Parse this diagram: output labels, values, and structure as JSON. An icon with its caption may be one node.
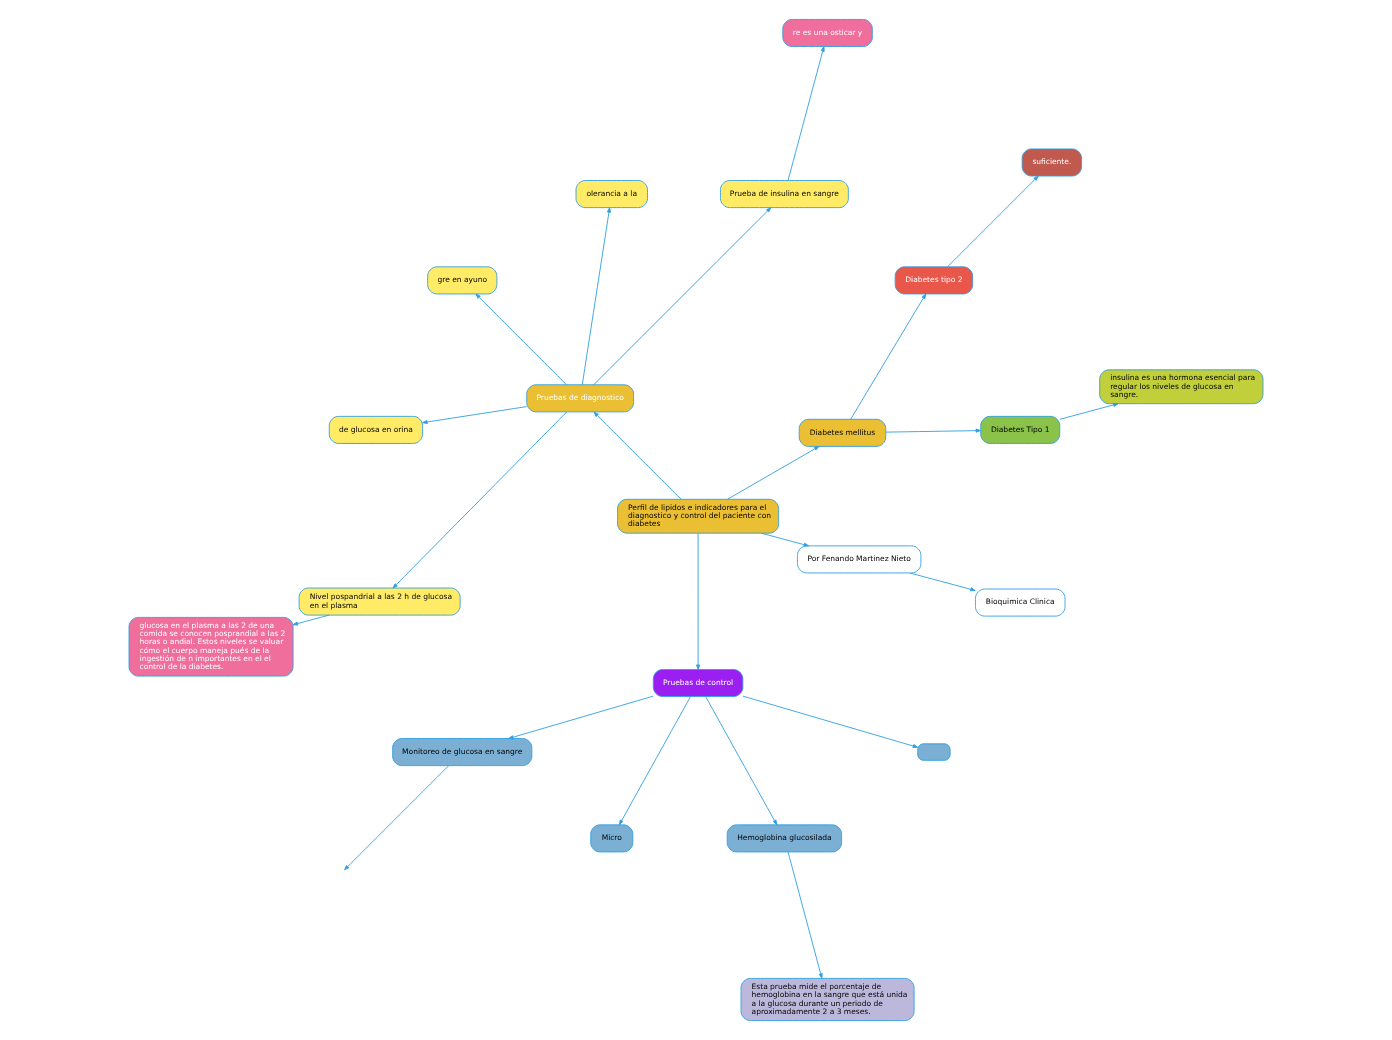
{
  "diagram": {
    "nodes": [
      {
        "text": [
          "Perfil de lipidos e indicadores para el diagnostico y control del paciente con diabetes"
        ]
      },
      {
        "text": [
          "Diabetes mellitus"
        ]
      },
      {
        "text": [
          "Diabetes Tipo 1"
        ]
      },
      {
        "text": [
          "insulina es una hormona esencial para regular los niveles de glucosa en sangre."
        ]
      },
      {
        "text": [
          "Diabetes tipo 2"
        ]
      },
      {
        "text": [
          "suficiente."
        ]
      },
      {
        "text": [
          "Pruebas de diagnostico"
        ]
      },
      {
        "text": [
          "Prueba de insulina en sangre"
        ]
      },
      {
        "text": [
          "re es una osticar y"
        ]
      },
      {
        "text": [
          "olerancia a la"
        ]
      },
      {
        "text": [
          "gre en ayuno"
        ]
      },
      {
        "text": [
          "de glucosa en orina"
        ]
      },
      {
        "text": [
          "Nivel pospandrial a las 2 h de glucosa en el plasma"
        ]
      },
      {
        "text": [
          "glucosa en el plasma a las 2 de una comida se conocen posprandial a las 2 horas o andial. Estos niveles se valuar cómo el cuerpo maneja pués de la ingestión de n importantes en el el control de la diabetes."
        ]
      },
      {
        "text": [
          "Pruebas de control"
        ]
      },
      {
        "text": [
          "Monitoreo de glucosa en sangre"
        ]
      },
      {
        "text": [
          "Micro"
        ]
      },
      {
        "text": [
          "Hemoglobina glucosilada"
        ]
      },
      {
        "text": [
          "Esta prueba mide el porcentaje de hemoglobina en la sangre que está unida a la glucosa durante un periodo de aproximadamente 2 a 3 meses."
        ]
      },
      {
        "text": [],
        "shape": "box"
      },
      {
        "text": [
          "Por Fenando Martinez Nieto"
        ]
      },
      {
        "text": [
          "Bioquimica Clinica"
        ]
      }
    ],
    "edges": [
      {
        "from": 0,
        "to": 1,
        "arrow": "to"
      },
      {
        "from": 1,
        "to": 2,
        "arrow": "to"
      },
      {
        "from": 2,
        "to": 3,
        "arrow": "to"
      },
      {
        "from": 1,
        "to": 4,
        "arrow": "to"
      },
      {
        "from": 4,
        "to": 5,
        "arrow": "to"
      },
      {
        "from": 0,
        "to": 6,
        "arrow": "to"
      },
      {
        "from": 6,
        "to": 7,
        "arrow": "to"
      },
      {
        "from": 7,
        "to": 8,
        "arrow": "to"
      },
      {
        "from": 6,
        "to": 9,
        "arrow": "to"
      },
      {
        "from": 6,
        "to": 10,
        "arrow": "to"
      },
      {
        "from": 6,
        "to": 11,
        "arrow": "to"
      },
      {
        "from": 6,
        "to": 12,
        "arrow": "to"
      },
      {
        "from": 12,
        "to": 13,
        "arrow": "to"
      },
      {
        "from": 0,
        "to": 14,
        "arrow": "to"
      },
      {
        "from": 14,
        "to": 15,
        "arrow": "to"
      },
      {
        "from": 15,
        "to": null,
        "arrow": "to"
      },
      {
        "from": 14,
        "to": 16,
        "arrow": "to"
      },
      {
        "from": 14,
        "to": 17,
        "arrow": "to"
      },
      {
        "from": 17,
        "to": 18,
        "arrow": "to"
      },
      {
        "from": 14,
        "to": 19,
        "arrow": "to"
      },
      {
        "from": 0,
        "to": 20,
        "arrow": "to"
      },
      {
        "from": 20,
        "to": 21,
        "arrow": "to"
      }
    ]
  }
}
